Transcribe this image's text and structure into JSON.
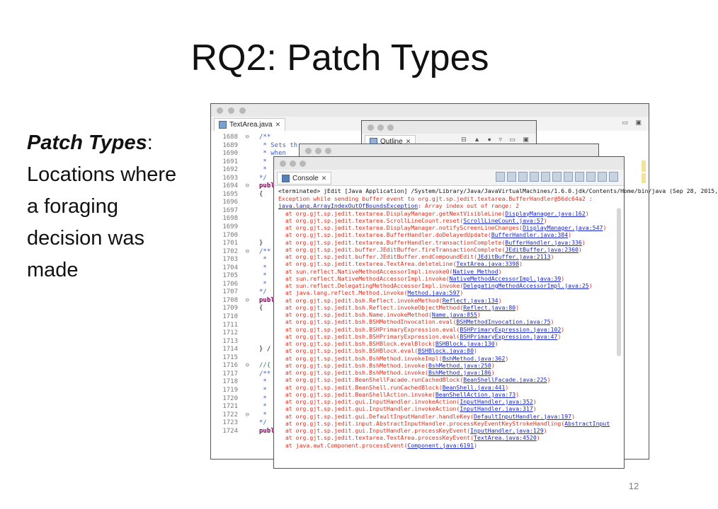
{
  "slide": {
    "title": "RQ2: Patch Types",
    "side_heading": "Patch Types",
    "side_colon": ":",
    "side_body": "Locations where a foraging decision was made",
    "page_number": "12"
  },
  "editor": {
    "tab_label": "TextArea.java",
    "tab_close": "✕",
    "line_numbers": [
      "1688",
      "1689",
      "1690",
      "1691",
      "1692",
      "1693",
      "1694",
      "1695",
      "1696",
      "1697",
      "1698",
      "1699",
      "1700",
      "1701",
      "1702",
      "1703",
      "1704",
      "1705",
      "1706",
      "1707",
      "1708",
      "1709",
      "1710",
      "1711",
      "1712",
      "1713",
      "1714",
      "1715",
      "1716",
      "1717",
      "1718",
      "1719",
      "1720",
      "1721",
      "1722",
      "1723",
      "1724"
    ],
    "code_lines": [
      "/**",
      " * Sets th",
      " * when",
      " *",
      " *",
      "*/",
      "publ",
      "{",
      "",
      "",
      "",
      "",
      "",
      "}",
      "/**",
      " *",
      " *",
      " *",
      " *",
      "*/",
      "publ",
      "{",
      "",
      "",
      "",
      "",
      "} /",
      "",
      "//{",
      "/**",
      " *",
      " *",
      " *",
      " *",
      " *",
      "*/",
      "publ",
      "{"
    ]
  },
  "outline": {
    "tab_label": "Outline",
    "tab_close": "✕"
  },
  "console": {
    "tab_label": "Console",
    "tab_close": "✕",
    "status_line": "<terminated> jEdit [Java Application] /System/Library/Java/JavaVirtualMachines/1.6.0.jdk/Contents/Home/bin/java (Sep 28, 2015,",
    "lines": [
      {
        "pre": "Exception while sending buffer event to org.gjt.sp.jedit.textarea.BufferHandler@56dc64a2 :",
        "link": "",
        "post": ""
      },
      {
        "pre": "",
        "link": "java.lang.ArrayIndexOutOfBoundsException",
        "post": ": Array index out of range: 2"
      },
      {
        "pre": "  at org.gjt.sp.jedit.textarea.DisplayManager.getNextVisibleLine(",
        "link": "DisplayManager.java:162",
        "post": ")"
      },
      {
        "pre": "  at org.gjt.sp.jedit.textarea.ScrollLineCount.reset(",
        "link": "ScrollLineCount.java:57",
        "post": ")"
      },
      {
        "pre": "  at org.gjt.sp.jedit.textarea.DisplayManager.notifyScreenLineChanges(",
        "link": "DisplayManager.java:547",
        "post": ")"
      },
      {
        "pre": "  at org.gjt.sp.jedit.textarea.BufferHandler.doDelayedUpdate(",
        "link": "BufferHandler.java:384",
        "post": ")"
      },
      {
        "pre": "  at org.gjt.sp.jedit.textarea.BufferHandler.transactionComplete(",
        "link": "BufferHandler.java:336",
        "post": ")"
      },
      {
        "pre": "  at org.gjt.sp.jedit.buffer.JEditBuffer.fireTransactionComplete(",
        "link": "JEditBuffer.java:2360",
        "post": ")"
      },
      {
        "pre": "  at org.gjt.sp.jedit.buffer.JEditBuffer.endCompoundEdit(",
        "link": "JEditBuffer.java:2113",
        "post": ")"
      },
      {
        "pre": "  at org.gjt.sp.jedit.textarea.TextArea.deleteLine(",
        "link": "TextArea.java:3398",
        "post": ")"
      },
      {
        "pre": "  at sun.reflect.NativeMethodAccessorImpl.invoke0(",
        "link": "Native Method",
        "post": ")"
      },
      {
        "pre": "  at sun.reflect.NativeMethodAccessorImpl.invoke(",
        "link": "NativeMethodAccessorImpl.java:39",
        "post": ")"
      },
      {
        "pre": "  at sun.reflect.DelegatingMethodAccessorImpl.invoke(",
        "link": "DelegatingMethodAccessorImpl.java:25",
        "post": ")"
      },
      {
        "pre": "  at java.lang.reflect.Method.invoke(",
        "link": "Method.java:597",
        "post": ")"
      },
      {
        "pre": "  at org.gjt.sp.jedit.bsh.Reflect.invokeMethod(",
        "link": "Reflect.java:134",
        "post": ")"
      },
      {
        "pre": "  at org.gjt.sp.jedit.bsh.Reflect.invokeObjectMethod(",
        "link": "Reflect.java:80",
        "post": ")"
      },
      {
        "pre": "  at org.gjt.sp.jedit.bsh.Name.invokeMethod(",
        "link": "Name.java:855",
        "post": ")"
      },
      {
        "pre": "  at org.gjt.sp.jedit.bsh.BSHMethodInvocation.eval(",
        "link": "BSHMethodInvocation.java:75",
        "post": ")"
      },
      {
        "pre": "  at org.gjt.sp.jedit.bsh.BSHPrimaryExpression.eval(",
        "link": "BSHPrimaryExpression.java:102",
        "post": ")"
      },
      {
        "pre": "  at org.gjt.sp.jedit.bsh.BSHPrimaryExpression.eval(",
        "link": "BSHPrimaryExpression.java:47",
        "post": ")"
      },
      {
        "pre": "  at org.gjt.sp.jedit.bsh.BSHBlock.evalBlock(",
        "link": "BSHBlock.java:130",
        "post": ")"
      },
      {
        "pre": "  at org.gjt.sp.jedit.bsh.BSHBlock.eval(",
        "link": "BSHBlock.java:80",
        "post": ")"
      },
      {
        "pre": "  at org.gjt.sp.jedit.bsh.BshMethod.invokeImpl(",
        "link": "BshMethod.java:362",
        "post": ")"
      },
      {
        "pre": "  at org.gjt.sp.jedit.bsh.BshMethod.invoke(",
        "link": "BshMethod.java:258",
        "post": ")"
      },
      {
        "pre": "  at org.gjt.sp.jedit.bsh.BshMethod.invoke(",
        "link": "BshMethod.java:186",
        "post": ")"
      },
      {
        "pre": "  at org.gjt.sp.jedit.BeanShellFacade.runCachedBlock(",
        "link": "BeanShellFacade.java:225",
        "post": ")"
      },
      {
        "pre": "  at org.gjt.sp.jedit.BeanShell.runCachedBlock(",
        "link": "BeanShell.java:441",
        "post": ")"
      },
      {
        "pre": "  at org.gjt.sp.jedit.BeanShellAction.invoke(",
        "link": "BeanShellAction.java:73",
        "post": ")"
      },
      {
        "pre": "  at org.gjt.sp.jedit.gui.InputHandler.invokeAction(",
        "link": "InputHandler.java:352",
        "post": ")"
      },
      {
        "pre": "  at org.gjt.sp.jedit.gui.InputHandler.invokeAction(",
        "link": "InputHandler.java:317",
        "post": ")"
      },
      {
        "pre": "  at org.gjt.sp.jedit.gui.DefaultInputHandler.handleKey(",
        "link": "DefaultInputHandler.java:197",
        "post": ")"
      },
      {
        "pre": "  at org.gjt.sp.jedit.input.AbstractInputHandler.processKeyEventKeyStrokeHandling(",
        "link": "AbstractInput",
        "post": ""
      },
      {
        "pre": "  at org.gjt.sp.jedit.gui.InputHandler.processKeyEvent(",
        "link": "InputHandler.java:129",
        "post": ")"
      },
      {
        "pre": "  at org.gjt.sp.jedit.textarea.TextArea.processKeyEvent(",
        "link": "TextArea.java:4520",
        "post": ")"
      },
      {
        "pre": "  at java.awt.Component.processEvent(",
        "link": "Component.java:6191",
        "post": ")"
      }
    ]
  }
}
